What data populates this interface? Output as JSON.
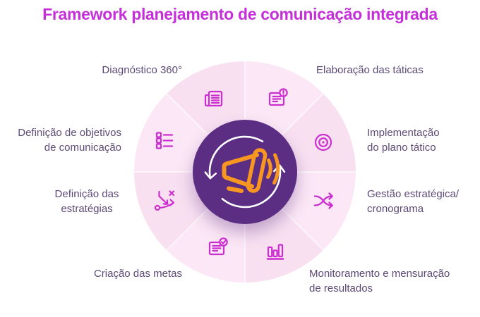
{
  "title": "Framework planejamento de comunicação integrada",
  "colors": {
    "title": "#c42fd9",
    "label_text": "#5d4a77",
    "icon_magenta": "#cc2fd0",
    "wheel_pink": "#fae4f3",
    "wheel_divider": "#fdf2f9",
    "center_purple": "#5b2d83",
    "megaphone_orange": "#f79621",
    "cycle_arrow_white": "#ffffff"
  },
  "center": {
    "icon": "megaphone-cycle-icon"
  },
  "segments": [
    {
      "label": "Diagnóstico 360°",
      "icon": "newspaper-icon",
      "position": "top-left"
    },
    {
      "label": "Elaboração das táticas",
      "icon": "document-alert-icon",
      "position": "top-right"
    },
    {
      "label": "Definição de objetivos\nde comunicação",
      "icon": "checklist-icon",
      "position": "left-upper"
    },
    {
      "label": "Implementação\ndo plano tático",
      "icon": "target-icon",
      "position": "right-upper"
    },
    {
      "label": "Definição das\nestratégias",
      "icon": "strategy-icon",
      "position": "left-lower"
    },
    {
      "label": "Gestão estratégica/\ncronograma",
      "icon": "shuffle-icon",
      "position": "right-lower"
    },
    {
      "label": "Criação das metas",
      "icon": "document-check-icon",
      "position": "bottom-left"
    },
    {
      "label": "Monitoramento e mensuração\nde resultados",
      "icon": "bar-chart-icon",
      "position": "bottom-right"
    }
  ]
}
